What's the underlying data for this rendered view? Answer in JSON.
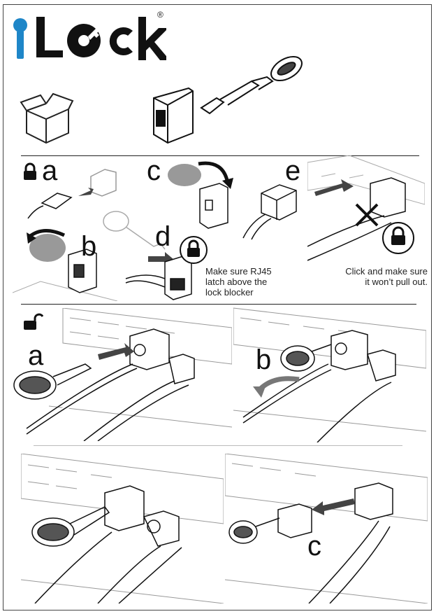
{
  "brand": {
    "logo_text": "iLock",
    "registered_mark": "®",
    "accent_color": "#1e86c8"
  },
  "lock_section": {
    "icon": "padlock-locked-icon",
    "steps": {
      "a": "a",
      "b": "b",
      "c": "c",
      "d": "d",
      "e": "e"
    },
    "note_d": [
      "Make sure  RJ45",
      "latch  above the",
      "lock blocker"
    ],
    "note_e": [
      "Click and make sure",
      "it won’t pull out."
    ]
  },
  "unlock_section": {
    "icon": "padlock-unlocked-icon",
    "steps": {
      "a": "a",
      "b": "b",
      "c": "c"
    }
  }
}
